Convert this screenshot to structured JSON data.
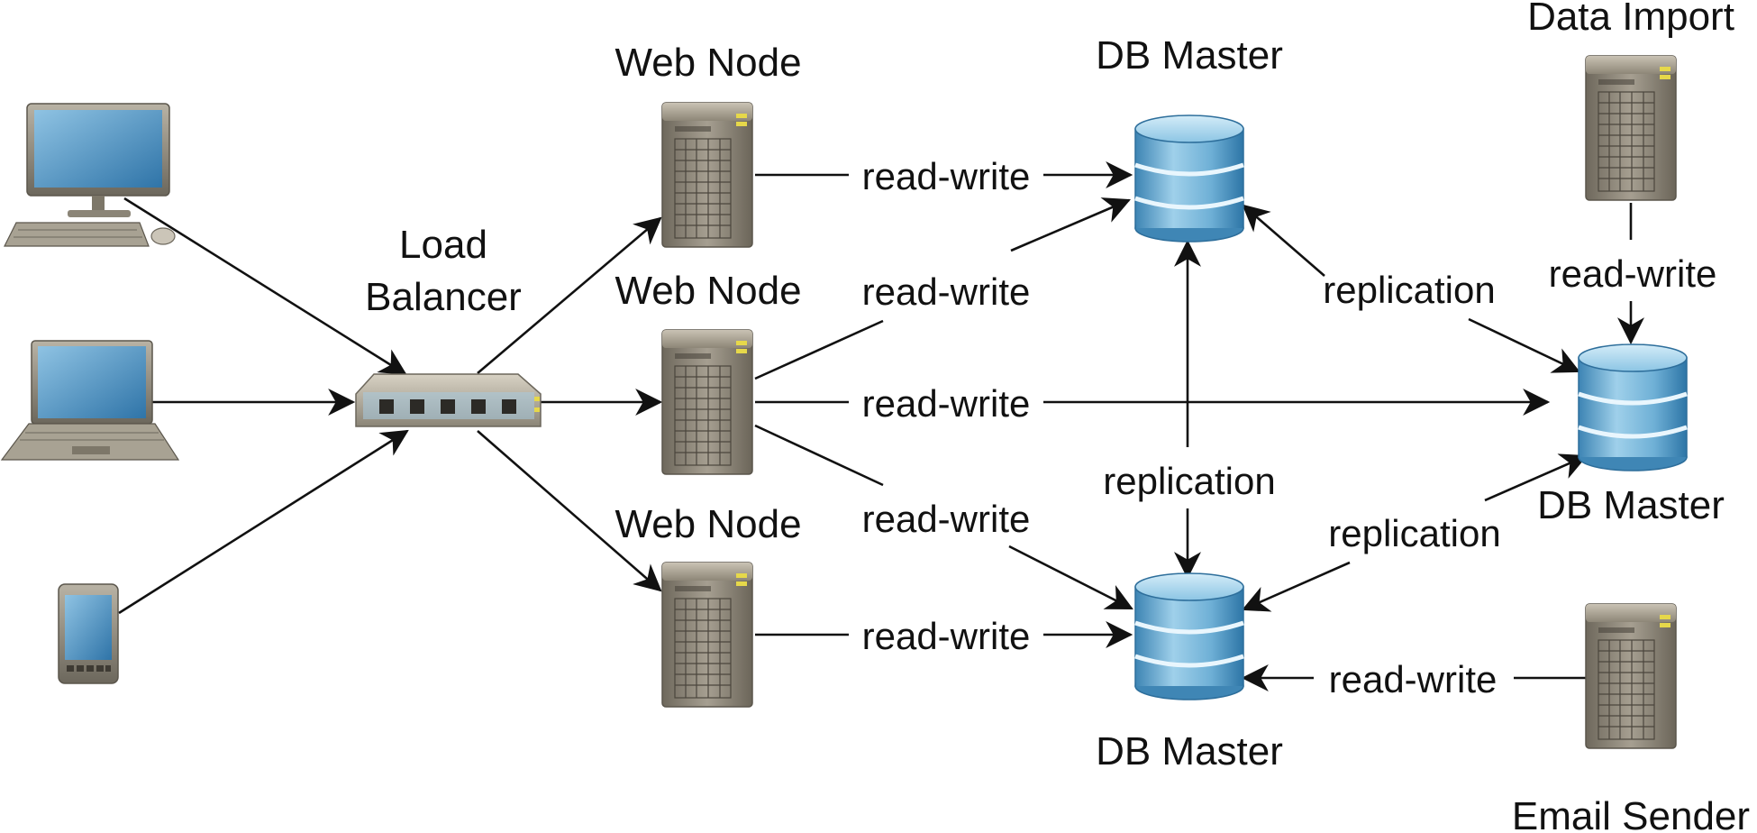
{
  "nodes": {
    "load_balancer": {
      "label_line1": "Load",
      "label_line2": "Balancer"
    },
    "web_node_1": {
      "label": "Web Node"
    },
    "web_node_2": {
      "label": "Web Node"
    },
    "web_node_3": {
      "label": "Web Node"
    },
    "db_master_1": {
      "label": "DB Master"
    },
    "db_master_2": {
      "label": "DB Master"
    },
    "db_master_3": {
      "label": "DB Master"
    },
    "data_import": {
      "label": "Data Import"
    },
    "email_sender": {
      "label": "Email Sender"
    }
  },
  "edges": {
    "web1_db1": "read-write",
    "web2_db1": "read-write",
    "web2_db2": "read-write",
    "web2_db3": "read-write",
    "web3_db3": "read-write",
    "db1_db2": "replication",
    "db1_db3": "replication",
    "db2_db3": "replication",
    "import_db2": "read-write",
    "email_db3": "read-write"
  },
  "icons": {
    "client_1": "desktop-computer-icon",
    "client_2": "laptop-icon",
    "client_3": "mobile-phone-icon",
    "load_balancer": "network-switch-icon",
    "server": "server-tower-icon",
    "database": "database-cylinder-icon"
  },
  "colors": {
    "line": "#111111",
    "db_blue": "#7ab8d8",
    "server_gray": "#8a8478",
    "screen_blue": "#4f95c4"
  }
}
